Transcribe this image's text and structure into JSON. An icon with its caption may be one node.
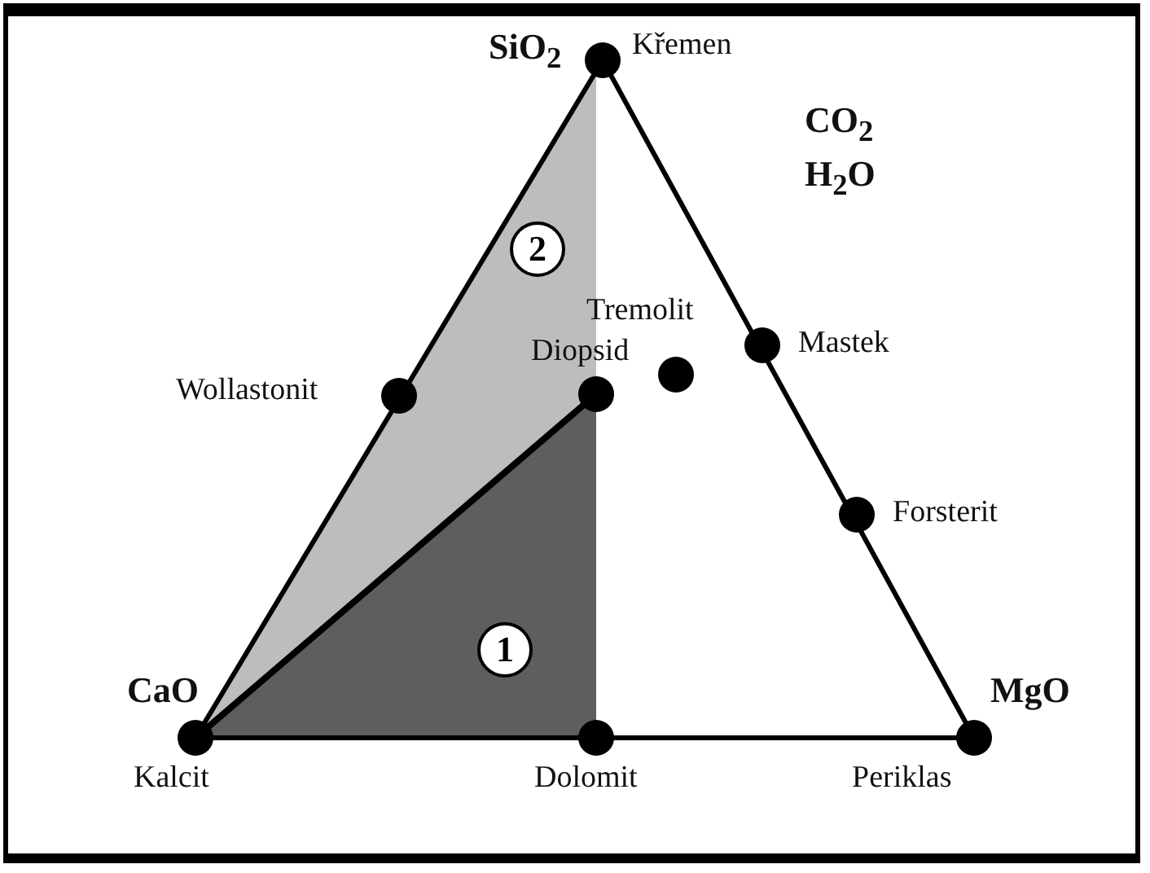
{
  "diagram": {
    "nodes": [
      {
        "text": [
          "2"
        ]
      },
      {
        "text": [
          "1"
        ]
      }
    ],
    "edges": [],
    "labels": [
      "SiO$_{2}$",
      "Křemen",
      "CO$_{2}$",
      "H$_{2}$O",
      "Tremolit",
      "Diopsid",
      "Wollastonit",
      "Mastek",
      "Forsterit",
      "CaO",
      "MgO",
      "Kalcit",
      "Dolomit",
      "Periklas"
    ]
  }
}
